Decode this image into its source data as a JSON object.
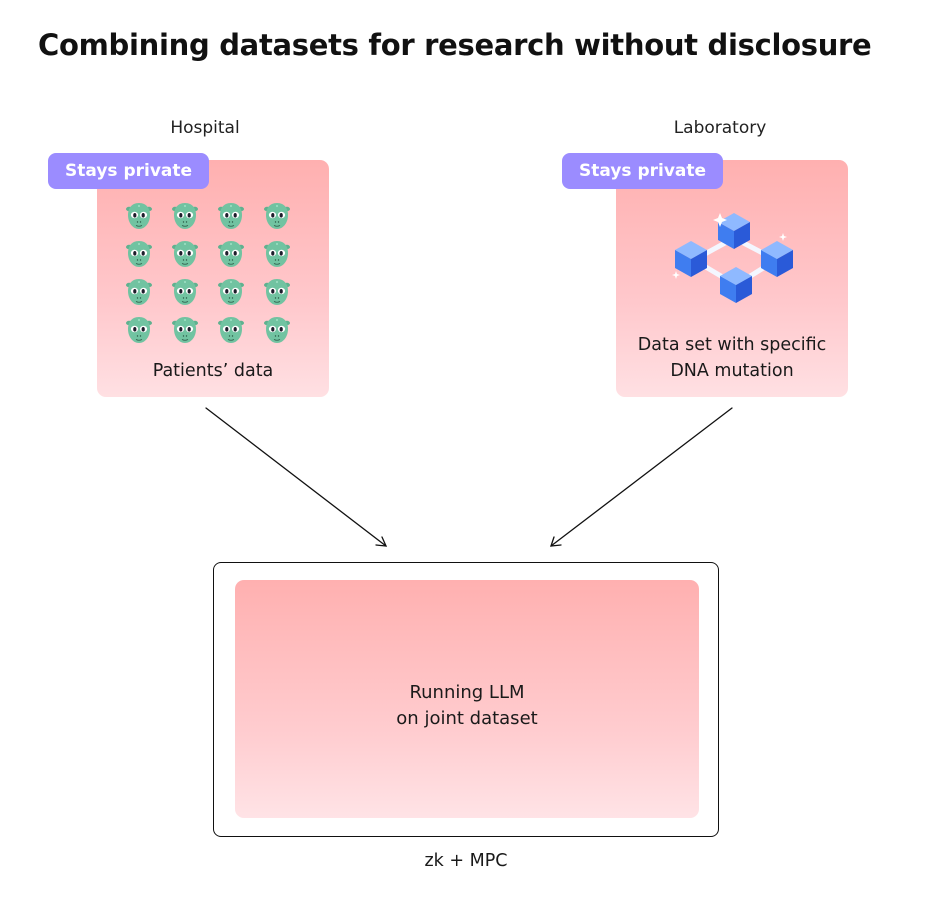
{
  "title": "Combining datasets for research without disclosure",
  "hospital": {
    "label": "Hospital",
    "badge": "Stays private",
    "caption": "Patients’ data",
    "icon": "alien-face-icon",
    "icon_count": 16
  },
  "laboratory": {
    "label": "Laboratory",
    "badge": "Stays private",
    "caption_line1": "Data set with specific",
    "caption_line2": "DNA mutation",
    "icon": "cube-network-icon"
  },
  "compute": {
    "line1": "Running LLM",
    "line2": "on joint dataset",
    "footer": "zk + MPC"
  },
  "colors": {
    "badge": "#9b8cff",
    "card_top": "#ffb0b0",
    "card_bottom": "#ffe0e3",
    "alien": "#6fc3a0",
    "cube": "#3d7bf0"
  }
}
